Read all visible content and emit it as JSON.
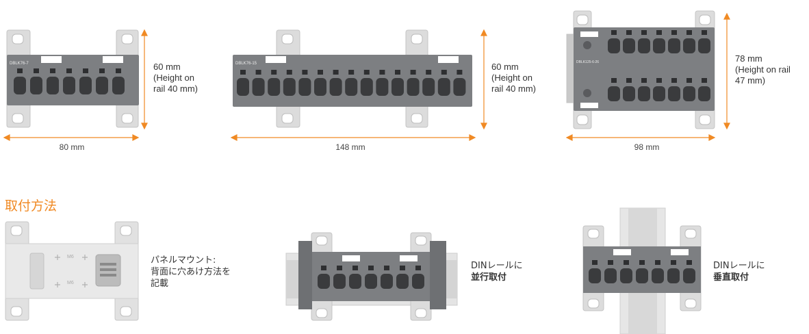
{
  "colors": {
    "accent": "#f08a24",
    "body": "#7d7f82",
    "bracket": "#d9d9d9",
    "screw": "#3a3b3d"
  },
  "products": [
    {
      "model": "DBLK76-7",
      "width_label": "80 mm",
      "height_label": "60 mm\n(Height on\nrail 40 mm)"
    },
    {
      "model": "DBLK76-15",
      "width_label": "148 mm",
      "height_label": "60 mm\n(Height on\nrail 40 mm)"
    },
    {
      "model": "DBLK125-6-26",
      "width_label": "98 mm",
      "height_label": "78 mm\n(Height on rail\n47 mm)"
    }
  ],
  "mounting": {
    "title": "取付方法",
    "panel": {
      "line1": "パネルマウント:",
      "line2": "背面に穴あけ方法を",
      "line3": "記載"
    },
    "din_parallel": {
      "line1": "DINレールに",
      "line2_bold": "並行取付"
    },
    "din_vertical": {
      "line1": "DINレールに",
      "line2_bold": "垂直取付"
    },
    "panel_marks": [
      "M6",
      "M6"
    ]
  }
}
